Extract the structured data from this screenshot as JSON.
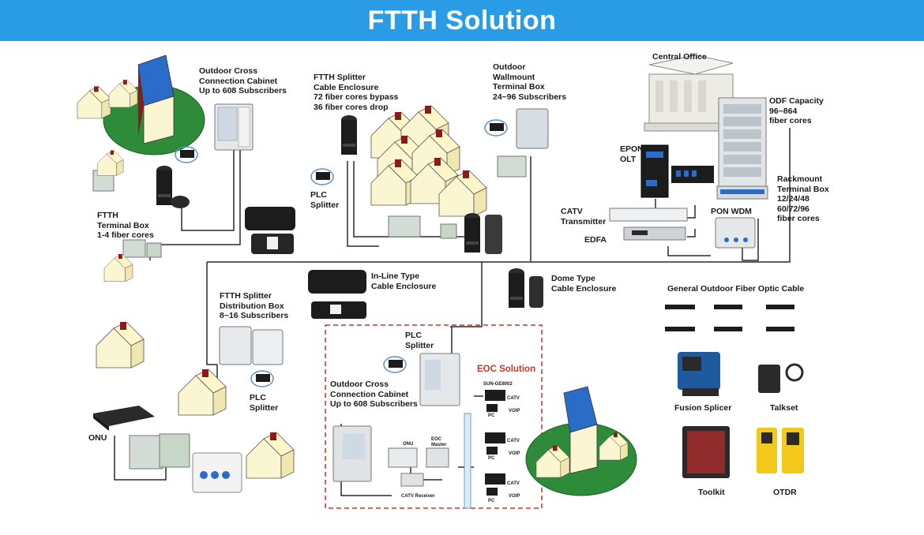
{
  "banner": {
    "title": "FTTH Solution",
    "color": "#2a9ce6"
  },
  "labels": {
    "outdoor_cross_cabinet_top": "Outdoor Cross\nConnection Cabinet\nUp to 608 Subscribers",
    "ftth_splitter_enclosure": "FTTH Splitter\nCable Enclosure\n72 fiber cores bypass\n36 fiber cores drop",
    "outdoor_wallmount_box": "Outdoor\nWallmount\nTerminal Box\n24~96 Subscribers",
    "central_office": "Central Office",
    "odf_capacity": "ODF Capacity\n96~864\nfiber cores",
    "epon_olt": "EPON\nOLT",
    "rackmount_terminal_box": "Rackmount\nTerminal Box\n12/24/48\n60/72/96\nfiber cores",
    "pon_wdm": "PON WDM",
    "catv_transmitter": "CATV\nTransmitter",
    "edfa": "EDFA",
    "plc_splitter_top": "PLC\nSplitter",
    "ftth_terminal_box": "FTTH\nTerminal Box\n1-4 fiber cores",
    "inline_cable_enclosure": "In-Line Type\nCable Enclosure",
    "dome_cable_enclosure": "Dome Type\nCable Enclosure",
    "ftth_splitter_distribution": "FTTH Splitter\nDistribution Box\n8~16 Subscribers",
    "plc_splitter_left": "PLC\nSplitter",
    "onu_left": "ONU",
    "plc_splitter_eoc": "PLC\nSplitter",
    "eoc_solution": "EOC Solution",
    "outdoor_cross_cabinet_eoc": "Outdoor Cross\nConnection Cabinet\nUp to 608 Subscribers",
    "onu_eoc": "ONU",
    "eoc_master": "EOC\nMaster",
    "catv_receiver": "CATV Receiver",
    "eoc_slave_model": "SUN-GE8002",
    "catv_1": "CATV",
    "voip_1": "VOIP",
    "pc_1": "PC",
    "catv_2": "CATV",
    "voip_2": "VOIP",
    "pc_2": "PC",
    "catv_3": "CATV",
    "voip_3": "VOIP",
    "pc_3": "PC",
    "general_cable": "General Outdoor Fiber Optic Cable",
    "fusion_splicer": "Fusion Splicer",
    "talkset": "Talkset",
    "toolkit": "Toolkit",
    "otdr": "OTDR"
  },
  "colors": {
    "line": "#2a2a2a",
    "house_wall": "#fbf6d2",
    "house_roof": "#8b1a1a",
    "grass": "#2e8b3a",
    "device_black": "#1c1c1c",
    "device_grey": "#cfd3d6",
    "eoc_border": "#c0392b",
    "otdr_yellow": "#f2c81b"
  }
}
